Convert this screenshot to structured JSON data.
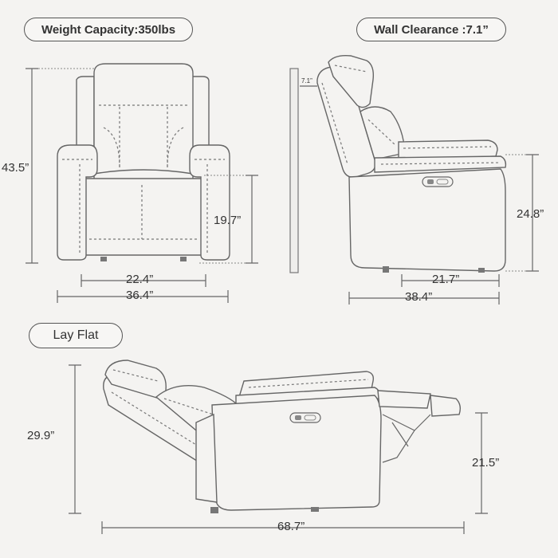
{
  "labels": {
    "weight_capacity": "Weight Capacity:350lbs",
    "wall_clearance": "Wall Clearance :7.1”",
    "lay_flat": "Lay Flat"
  },
  "dimensions": {
    "height_total": "43.5”",
    "seat_height": "19.7”",
    "seat_width": "22.4”",
    "overall_width": "36.4”",
    "wall_gap": "7.1”",
    "arm_height": "24.8”",
    "seat_depth": "21.7”",
    "overall_depth": "38.4”",
    "lay_height": "29.9”",
    "lay_seat_height": "21.5”",
    "lay_length": "68.7”"
  }
}
